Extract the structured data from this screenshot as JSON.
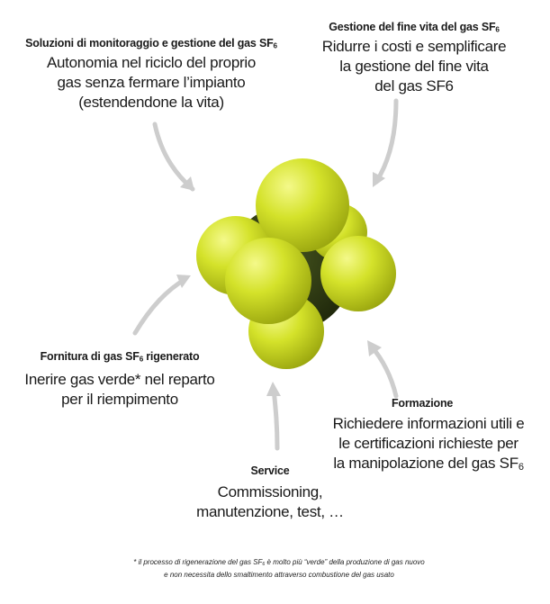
{
  "monitoring": {
    "title": "Soluzioni di monitoraggio e gestione del gas SF",
    "title_sub": "6",
    "lines": [
      "Autonomia nel riciclo del proprio",
      "gas senza fermare l’impianto",
      "(estendendone la vita)"
    ]
  },
  "end_of_life": {
    "title": "Gestione del fine vita del gas SF",
    "title_sub": "6",
    "lines": [
      "Ridurre i costi e semplificare",
      "la gestione del fine vita",
      "del gas SF6"
    ]
  },
  "supply": {
    "title_before": "Fornitura di gas SF",
    "title_sub": "6",
    "title_after": " rigenerato",
    "lines": [
      "Inerire gas verde* nel reparto",
      "per il riempimento"
    ]
  },
  "training": {
    "title": "Formazione",
    "lines": [
      "Richiedere informazioni utili e",
      "le certificazioni richieste per"
    ],
    "last_line": "la manipolazione del gas SF",
    "last_line_sub": "6"
  },
  "service": {
    "title": "Service",
    "lines": [
      "Commissioning,",
      "manutenzione, test, …"
    ]
  },
  "footnote": {
    "line1_before": "* il processo di rigenerazione del gas SF",
    "line1_sub": "6",
    "line1_after": " è molto più “verde” della produzione di gas nuovo",
    "line2": "e non necessita dello smaltimento attraverso combustione del gas usato"
  },
  "colors": {
    "sphere": "#d4e22a",
    "sphere_dark": "#a8b513",
    "sphere_highlight": "#f4f98a",
    "core": "#2a3414",
    "arrow": "#cdcdcd"
  },
  "icons": {
    "molecule": "sf6-molecule-icon",
    "arrow": "curved-arrow-icon"
  }
}
